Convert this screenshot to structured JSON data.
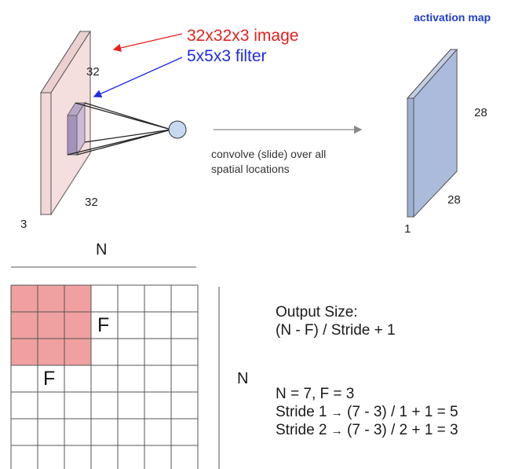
{
  "top": {
    "image_label": "32x32x3 image",
    "filter_label": "5x5x3 filter",
    "activation_label": "activation map",
    "input_dims": {
      "height": "32",
      "width": "32",
      "depth": "3"
    },
    "output_dims": {
      "height": "28",
      "width": "28",
      "depth": "1"
    },
    "convolve_text_line1": "convolve (slide) over all",
    "convolve_text_line2": "spatial locations"
  },
  "bottom": {
    "grid": {
      "size": 7,
      "filter": 3,
      "highlight_color": "#f0a0a0"
    },
    "n_top": "N",
    "n_side": "N",
    "f_right": "F",
    "f_bottom": "F",
    "output_title": "Output Size:",
    "output_formula": "(N - F) / Stride + 1",
    "example_given": "N = 7, F = 3",
    "stride1_label": "Stride 1",
    "stride1_expr": "(7 - 3) / 1 + 1 = 5",
    "stride2_label": "Stride 2",
    "stride2_expr": "(7 - 3) / 2 + 1 = 3",
    "arrow_glyph": "→"
  },
  "colors": {
    "red_label": "#e8201c",
    "blue_label": "#1d2bea",
    "activation_label": "#1f3fd6",
    "input_volume": "#f5dede",
    "activation_volume": "#a9b9d9",
    "neuron": "#c7d8f0"
  }
}
